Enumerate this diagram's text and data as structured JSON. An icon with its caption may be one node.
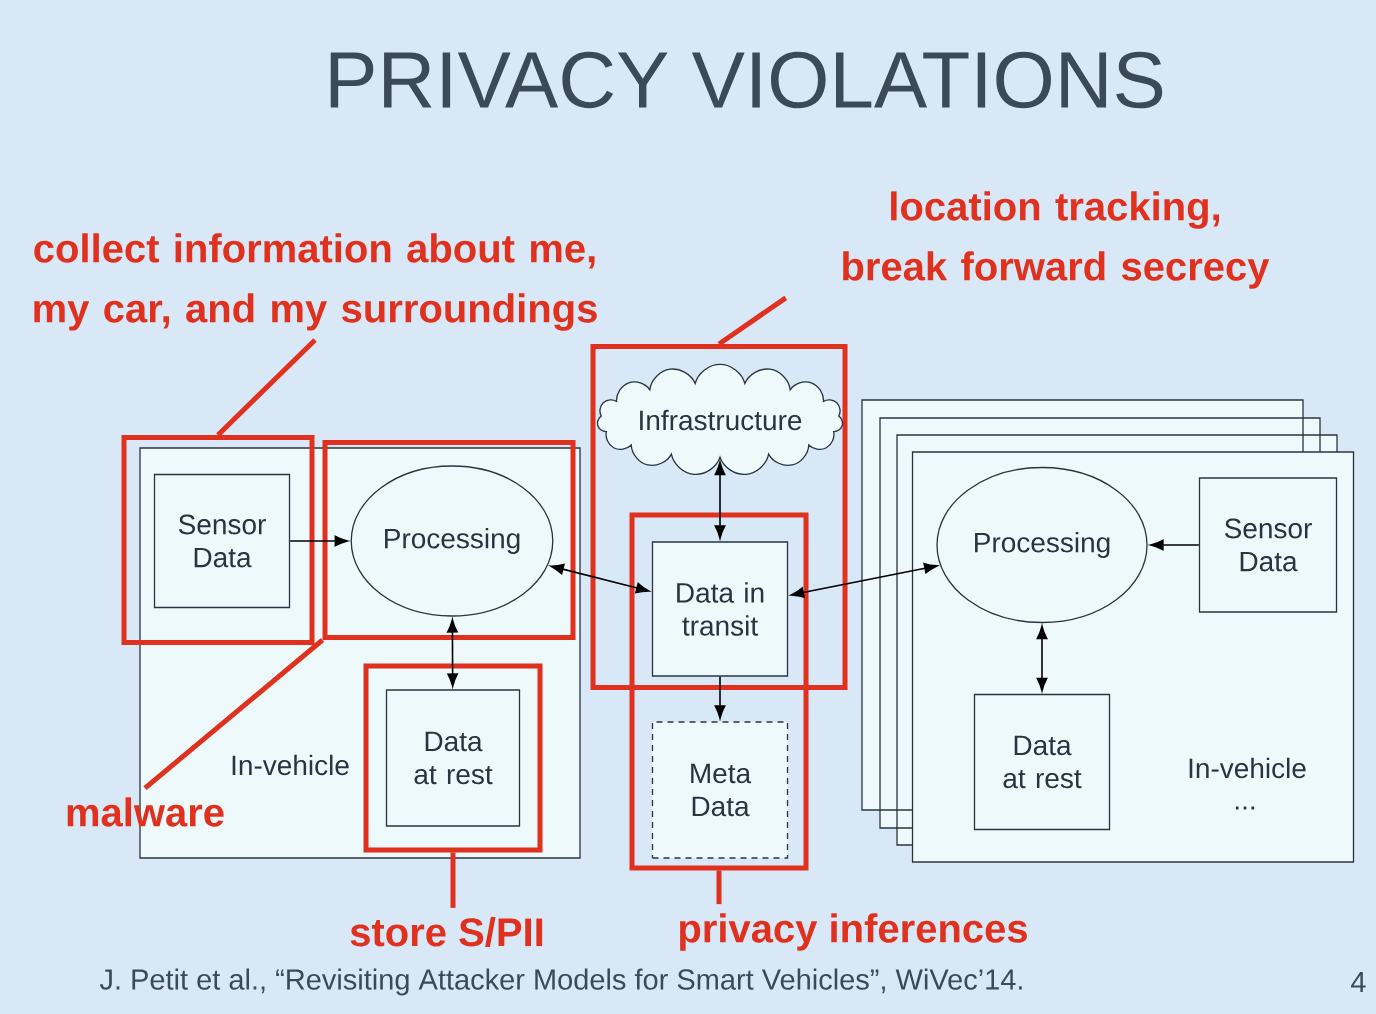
{
  "diagram": {
    "title": "PRIVACY VIOLATIONS",
    "nodes": [
      {
        "text": [
          "collect information about me, my car, and my surroundings"
        ]
      },
      {
        "text": [
          "location tracking, break forward secrecy"
        ]
      },
      {
        "text": [
          "In-vehicle"
        ]
      },
      {
        "text": [],
        "shape": "box"
      },
      {
        "text": [
          "Sensor Data"
        ],
        "in": 3
      },
      {
        "text": [],
        "shape": "box",
        "in": 2
      },
      {
        "text": [
          "Processing"
        ],
        "in": 5
      },
      {
        "text": [],
        "shape": "box",
        "in": 2
      },
      {
        "text": [
          "Data at rest"
        ],
        "in": 7
      },
      {
        "text": [],
        "shape": "box"
      },
      {
        "text": [
          "Infrastructure"
        ],
        "in": 9
      },
      {
        "text": [],
        "shape": "box"
      },
      {
        "text": [
          "Data in transit"
        ]
      },
      {
        "text": [
          "Meta Data"
        ],
        "in": 11
      },
      {
        "text": [
          "In-vehicle",
          "..."
        ]
      },
      {
        "text": [
          "Processing"
        ],
        "in": 14
      },
      {
        "text": [
          "Sensor Data"
        ],
        "in": 14
      },
      {
        "text": [
          "Data at rest"
        ],
        "in": 14
      },
      {
        "text": [
          "malware"
        ]
      },
      {
        "text": [
          "store S/PII"
        ]
      },
      {
        "text": [
          "privacy inferences"
        ]
      }
    ],
    "edges": [
      {
        "from": 4,
        "to": 6,
        "arrow": "to"
      },
      {
        "from": 6,
        "to": 12,
        "arrow": "both"
      },
      {
        "from": 12,
        "to": 10,
        "arrow": "both"
      },
      {
        "from": 12,
        "to": 13,
        "arrow": "to"
      },
      {
        "from": 12,
        "to": 15,
        "arrow": "both"
      },
      {
        "from": 16,
        "to": 15,
        "arrow": "to"
      },
      {
        "from": 6,
        "to": 8,
        "arrow": "both"
      },
      {
        "from": 15,
        "to": 17,
        "arrow": "both"
      },
      {
        "from": 0,
        "to": 3,
        "arrow": "none",
        "style": "thick",
        "color": "#e0301e"
      },
      {
        "from": 1,
        "to": 9,
        "arrow": "none",
        "style": "thick",
        "color": "#e0301e"
      },
      {
        "from": 18,
        "to": 5,
        "arrow": "none",
        "style": "thick",
        "color": "#e0301e"
      },
      {
        "from": 19,
        "to": 7,
        "arrow": "none",
        "style": "thick",
        "color": "#e0301e"
      },
      {
        "from": 20,
        "to": 11,
        "arrow": "none",
        "style": "thick",
        "color": "#e0301e"
      }
    ],
    "labels": [
      "J. Petit et al., “Revisiting Attacker Models for Smart Vehicles”, WiVec’14.",
      "4"
    ]
  }
}
